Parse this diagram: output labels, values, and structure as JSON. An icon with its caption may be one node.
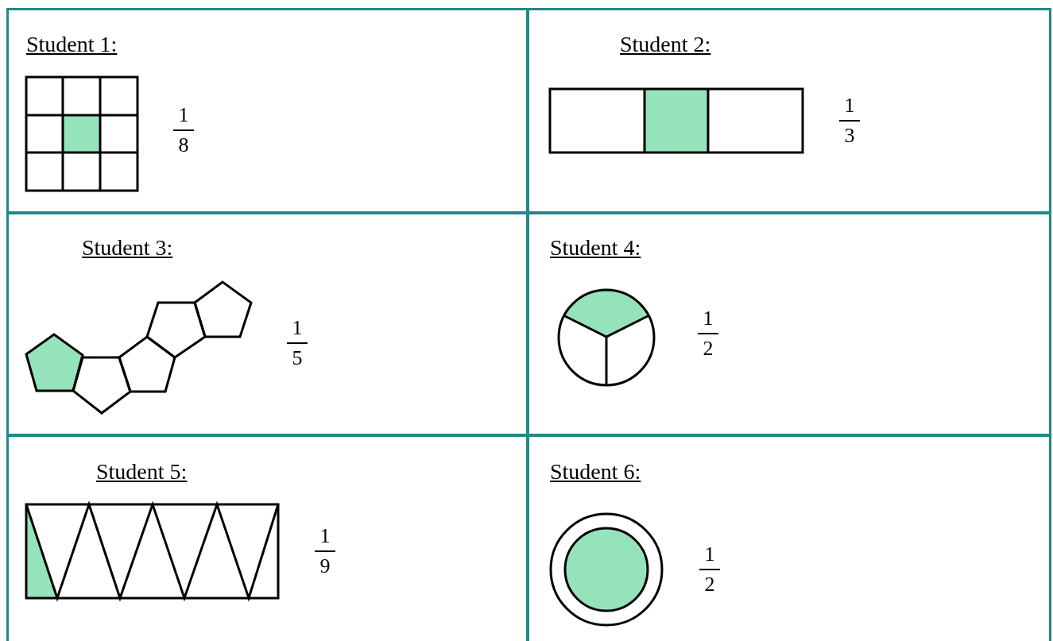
{
  "diagram": {
    "labels": [
      "Student 1:",
      "1",
      "8",
      "Student 2:",
      "1",
      "3",
      "Student 3:",
      "1",
      "5",
      "Student 4:",
      "1",
      "2",
      "Student 5:",
      "1",
      "9",
      "Student 6:",
      "1",
      "2"
    ]
  }
}
